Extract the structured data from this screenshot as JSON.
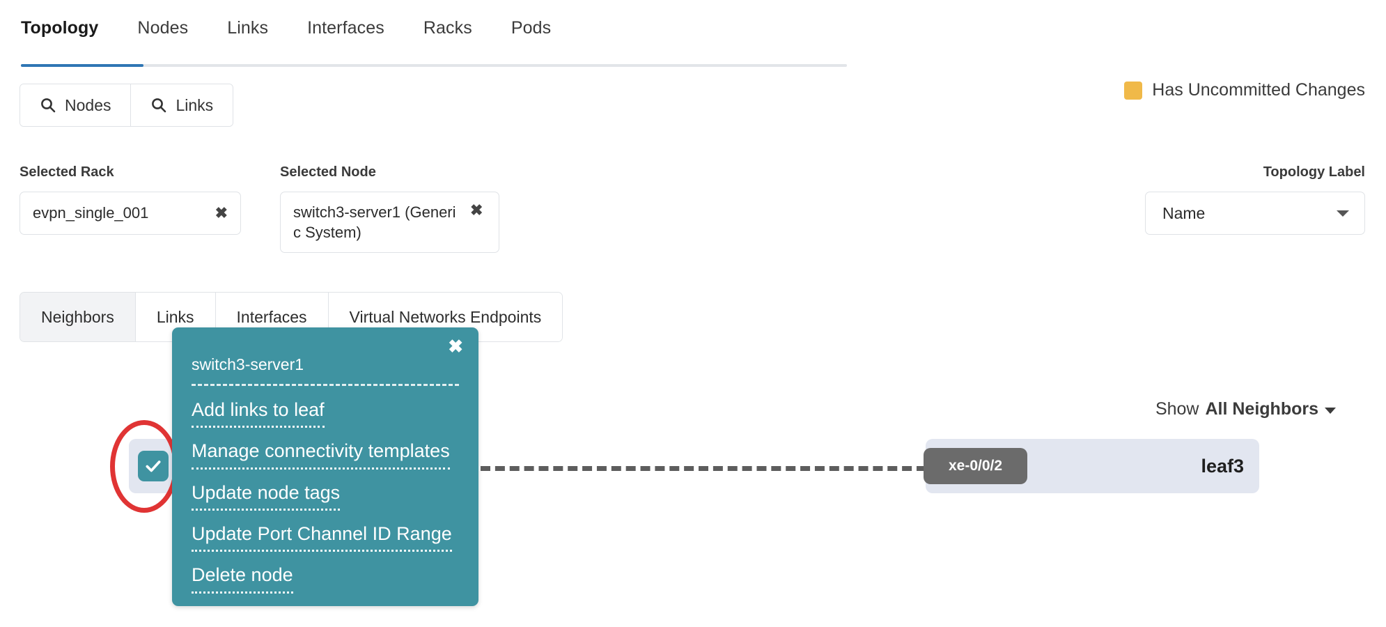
{
  "primary_tabs": [
    {
      "label": "Topology",
      "active": true
    },
    {
      "label": "Nodes",
      "active": false
    },
    {
      "label": "Links",
      "active": false
    },
    {
      "label": "Interfaces",
      "active": false
    },
    {
      "label": "Racks",
      "active": false
    },
    {
      "label": "Pods",
      "active": false
    }
  ],
  "search_buttons": [
    {
      "label": "Nodes",
      "icon": "search-icon"
    },
    {
      "label": "Links",
      "icon": "search-icon"
    }
  ],
  "legend": {
    "swatch_color": "#f0b949",
    "text": "Has Uncommitted Changes"
  },
  "selectors": {
    "rack": {
      "label": "Selected Rack",
      "value": "evpn_single_001",
      "clear": "✖"
    },
    "node": {
      "label": "Selected Node",
      "value": "switch3-server1 (Generic System)",
      "clear": "✖"
    },
    "topology_label": {
      "label": "Topology Label",
      "value": "Name"
    }
  },
  "sub_tabs": [
    {
      "label": "Neighbors",
      "active": true
    },
    {
      "label": "Links",
      "active": false
    },
    {
      "label": "Interfaces",
      "active": false
    },
    {
      "label": "Virtual Networks Endpoints",
      "active": false
    }
  ],
  "canvas": {
    "show_neighbors": {
      "prefix": "Show",
      "value": "All Neighbors"
    },
    "source_node": {
      "name": "switch3-server1",
      "checked": true
    },
    "target_node": {
      "name": "leaf3",
      "port": "xe-0/0/2"
    }
  },
  "context_menu": {
    "title": "switch3-server1",
    "close": "✖",
    "items": [
      {
        "label": "Add links to leaf"
      },
      {
        "label": "Manage connectivity templates"
      },
      {
        "label": "Update node tags"
      },
      {
        "label": "Update Port Channel ID Range"
      },
      {
        "label": "Delete node"
      }
    ]
  },
  "colors": {
    "accent_teal": "#3f93a1",
    "tab_underline_blue": "#2f76b4",
    "warning_yellow": "#f0b949",
    "annotation_red": "#e03434",
    "node_fill": "#e2e6f0",
    "port_badge": "#6b6b6b"
  }
}
